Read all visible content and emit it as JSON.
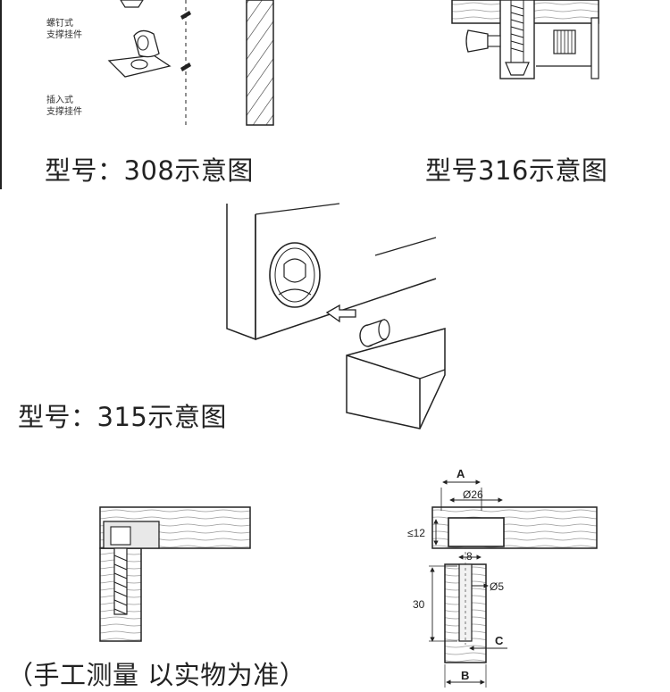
{
  "captions": {
    "model_308": "型号：308示意图",
    "model_316": "型号316示意图",
    "model_315": "型号：315示意图",
    "manual_note": "（手工测量 以实物为准）"
  },
  "labels_308": {
    "screw_type_line1": "螺钉式",
    "screw_type_line2": "支撑挂件",
    "insert_type_line1": "插入式",
    "insert_type_line2": "支撑挂件"
  },
  "dimensions": {
    "A": "A",
    "B": "B",
    "C": "C",
    "diameter_head": "Ø26",
    "height_head": "≤12",
    "gap": "8",
    "diameter_shaft": "Ø5",
    "length_shaft": "30"
  }
}
